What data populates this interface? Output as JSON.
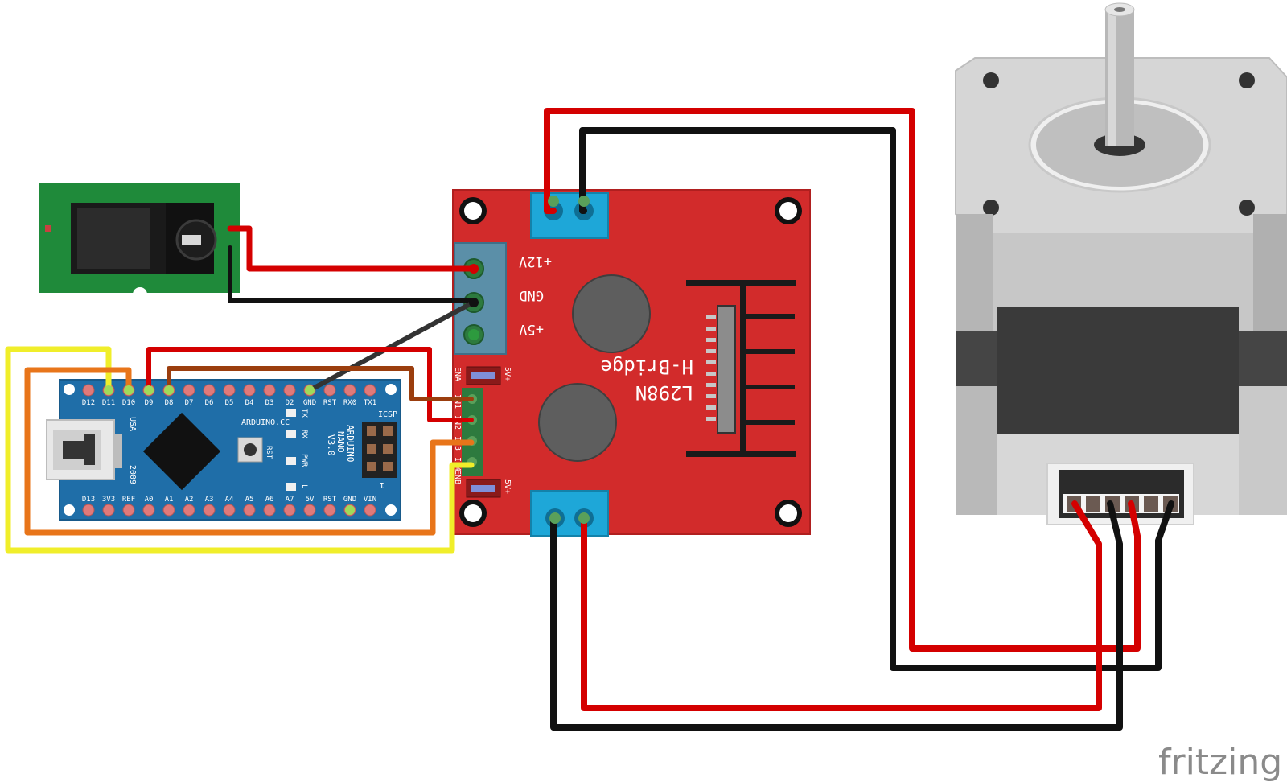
{
  "colors": {
    "wire_red": "#d40000",
    "wire_black": "#111111",
    "wire_yellow": "#f0ee2a",
    "wire_orange": "#e8751a",
    "wire_brown": "#9b3e0e",
    "wire_gray": "#333333",
    "hbridge_board": "#d22b2b",
    "nano_board": "#1f6ea8",
    "jack_board": "#1f8a3a",
    "terminal_blue": "#1ea7d8"
  },
  "hbridge": {
    "title": "L298N",
    "subtitle": "H-Bridge",
    "pin_12v": "+12V",
    "pin_gnd": "GND",
    "pin_5v": "+5V",
    "ena": "ENA",
    "enb": "ENB",
    "jumper_5v": "5V+",
    "in_pins": [
      "IN1",
      "IN2",
      "IN3",
      "IN4"
    ]
  },
  "nano": {
    "top_pins": [
      "D12",
      "D11",
      "D10",
      "D9",
      "D8",
      "D7",
      "D6",
      "D5",
      "D4",
      "D3",
      "D2",
      "GND",
      "RST",
      "RX0",
      "TX1"
    ],
    "bottom_pins": [
      "D13",
      "3V3",
      "REF",
      "A0",
      "A1",
      "A2",
      "A3",
      "A4",
      "A5",
      "A6",
      "A7",
      "5V",
      "RST",
      "GND",
      "VIN"
    ],
    "brand": "ARDUINO.CC",
    "model": [
      "ARDUINO",
      "NANO",
      "V3.0"
    ],
    "icsp": "ICSP",
    "usa": "USA",
    "year": "2009",
    "rst_button": "RST",
    "led_tx": "TX",
    "led_rx": "RX",
    "led_pwr": "PWR",
    "led_l": "L",
    "one": "1"
  },
  "footer": {
    "brand": "fritzing"
  }
}
